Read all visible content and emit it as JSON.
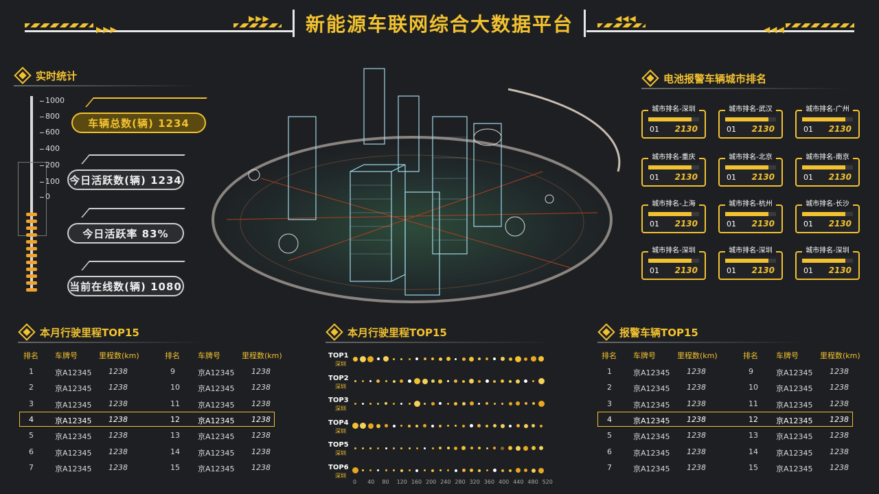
{
  "header": {
    "title": "新能源车联网综合大数据平台"
  },
  "colors": {
    "accent": "#f2c230",
    "bg": "#1e1f22",
    "text": "#e6e6e6"
  },
  "realtime": {
    "title": "实时统计",
    "scale": [
      "1000",
      "800",
      "600",
      "400",
      "200",
      "100",
      "0"
    ],
    "stats": [
      {
        "label": "车辆总数(辆) 1234",
        "active": true
      },
      {
        "label": "今日活跃数(辆) 1234",
        "active": false
      },
      {
        "label": "今日活跃率   83%",
        "active": false
      },
      {
        "label": "当前在线数(辆) 1080",
        "active": false
      }
    ]
  },
  "battery": {
    "title": "电池报警车辆城市排名",
    "cities": [
      {
        "title": "城市排名-深圳",
        "rank": "01",
        "value": "2130",
        "fill": 0.85
      },
      {
        "title": "城市排名-武汉",
        "rank": "01",
        "value": "2130",
        "fill": 0.85
      },
      {
        "title": "城市排名-广州",
        "rank": "01",
        "value": "2130",
        "fill": 0.85
      },
      {
        "title": "城市排名-重庆",
        "rank": "01",
        "value": "2130",
        "fill": 0.85
      },
      {
        "title": "城市排名-北京",
        "rank": "01",
        "value": "2130",
        "fill": 0.85
      },
      {
        "title": "城市排名-南京",
        "rank": "01",
        "value": "2130",
        "fill": 0.85
      },
      {
        "title": "城市排名-上海",
        "rank": "01",
        "value": "2130",
        "fill": 0.85
      },
      {
        "title": "城市排名-杭州",
        "rank": "01",
        "value": "2130",
        "fill": 0.85
      },
      {
        "title": "城市排名-长沙",
        "rank": "01",
        "value": "2130",
        "fill": 0.85
      },
      {
        "title": "城市排名-深圳",
        "rank": "01",
        "value": "2130",
        "fill": 0.85
      },
      {
        "title": "城市排名-深圳",
        "rank": "01",
        "value": "2130",
        "fill": 0.85
      },
      {
        "title": "城市排名-深圳",
        "rank": "01",
        "value": "2130",
        "fill": 0.85
      }
    ]
  },
  "mileage_table": {
    "title": "本月行驶里程TOP15",
    "headers": [
      "排名",
      "车牌号",
      "里程数(km)",
      "排名",
      "车牌号",
      "里程数(km)"
    ],
    "left": [
      [
        "1",
        "京A12345",
        "1238"
      ],
      [
        "2",
        "京A12345",
        "1238"
      ],
      [
        "3",
        "京A12345",
        "1238"
      ],
      [
        "4",
        "京A12345",
        "1238"
      ],
      [
        "5",
        "京A12345",
        "1238"
      ],
      [
        "6",
        "京A12345",
        "1238"
      ],
      [
        "7",
        "京A12345",
        "1238"
      ]
    ],
    "right": [
      [
        "9",
        "京A12345",
        "1238"
      ],
      [
        "10",
        "京A12345",
        "1238"
      ],
      [
        "11",
        "京A12345",
        "1238"
      ],
      [
        "12",
        "京A12345",
        "1238"
      ],
      [
        "13",
        "京A12345",
        "1238"
      ],
      [
        "14",
        "京A12345",
        "1238"
      ],
      [
        "15",
        "京A12345",
        "1238"
      ]
    ],
    "highlight_row": 3
  },
  "mileage_dots": {
    "title": "本月行驶里程TOP15",
    "rows": [
      {
        "label": "TOP1",
        "sub": "深圳"
      },
      {
        "label": "TOP2",
        "sub": "深圳"
      },
      {
        "label": "TOP3",
        "sub": "深圳"
      },
      {
        "label": "TOP4",
        "sub": "深圳"
      },
      {
        "label": "TOP5",
        "sub": "深圳"
      },
      {
        "label": "TOP6",
        "sub": "深圳"
      }
    ],
    "axis": [
      "0",
      "40",
      "80",
      "120",
      "160",
      "200",
      "240",
      "280",
      "320",
      "360",
      "400",
      "440",
      "480",
      "520"
    ]
  },
  "alarm_table": {
    "title": "报警车辆TOP15",
    "headers": [
      "排名",
      "车牌号",
      "里程数(km)",
      "排名",
      "车牌号",
      "里程数(km)"
    ],
    "left": [
      [
        "1",
        "京A12345",
        "1238"
      ],
      [
        "2",
        "京A12345",
        "1238"
      ],
      [
        "3",
        "京A12345",
        "1238"
      ],
      [
        "4",
        "京A12345",
        "1238"
      ],
      [
        "5",
        "京A12345",
        "1238"
      ],
      [
        "6",
        "京A12345",
        "1238"
      ],
      [
        "7",
        "京A12345",
        "1238"
      ]
    ],
    "right": [
      [
        "9",
        "京A12345",
        "1238"
      ],
      [
        "10",
        "京A12345",
        "1238"
      ],
      [
        "11",
        "京A12345",
        "1238"
      ],
      [
        "12",
        "京A12345",
        "1238"
      ],
      [
        "13",
        "京A12345",
        "1238"
      ],
      [
        "14",
        "京A12345",
        "1238"
      ],
      [
        "15",
        "京A12345",
        "1238"
      ]
    ],
    "highlight_row": 3
  }
}
